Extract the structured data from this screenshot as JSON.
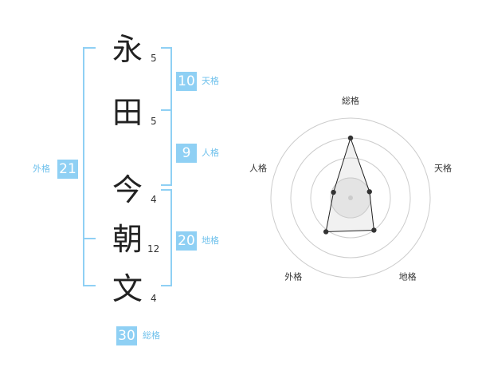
{
  "name": {
    "characters": [
      {
        "char": "永",
        "strokes": "5"
      },
      {
        "char": "田",
        "strokes": "5"
      },
      {
        "char": "今",
        "strokes": "4"
      },
      {
        "char": "朝",
        "strokes": "12"
      },
      {
        "char": "文",
        "strokes": "4"
      }
    ]
  },
  "scores": {
    "tenkaku": {
      "value": "10",
      "label": "天格"
    },
    "jinkaku": {
      "value": "9",
      "label": "人格"
    },
    "chikaku": {
      "value": "20",
      "label": "地格"
    },
    "gaikaku": {
      "value": "21",
      "label": "外格"
    },
    "soukaku": {
      "value": "30",
      "label": "総格"
    }
  },
  "chart_data": {
    "type": "radar",
    "axes": [
      "総格",
      "天格",
      "地格",
      "外格",
      "人格"
    ],
    "values": [
      30,
      10,
      20,
      21,
      9
    ],
    "rings": 4,
    "colors": {
      "line": "#222222",
      "ring": "#cccccc",
      "fill": "#eeeeee",
      "point": "#333333"
    }
  },
  "colors": {
    "accent": "#8fd0f4",
    "accent_text": "#6fc1ec"
  }
}
